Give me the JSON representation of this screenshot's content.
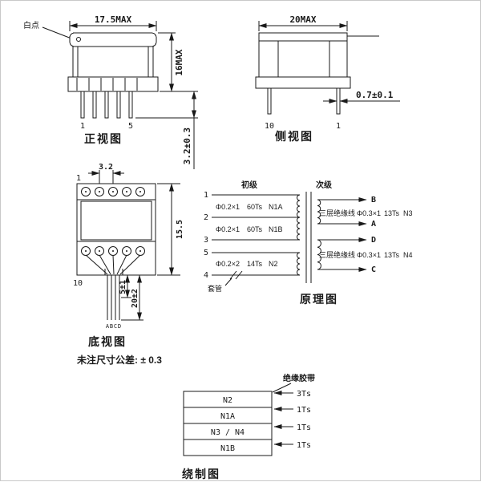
{
  "views": {
    "front": {
      "title": "正视图",
      "white_dot_label": "白点",
      "dim_width": "17.5MAX",
      "dim_height": "16MAX",
      "dim_pin_standoff": "3.2±0.3",
      "pin_left": "1",
      "pin_right": "5"
    },
    "side": {
      "title": "侧视图",
      "dim_width": "20MAX",
      "dim_pin_dia": "0.7±0.1",
      "pin_left": "10",
      "pin_right": "1"
    },
    "bottom": {
      "title": "底视图",
      "dim_pin_pitch": "3.2",
      "dim_body_length": "15.5",
      "dim_lead_strip": "5±1",
      "dim_lead_length": "20±2",
      "pin_top_left": "1",
      "pin_bottom_left": "10",
      "wire_labels": [
        "A",
        "B",
        "C",
        "D"
      ],
      "tolerance_note": "未注尺寸公差: ± 0.3"
    },
    "schematic": {
      "title": "原理图",
      "primary_header": "初级",
      "secondary_header": "次级",
      "sleeve_label": "套管",
      "pins": [
        "1",
        "2",
        "3",
        "5",
        "4"
      ],
      "primary_windings": [
        {
          "spec": "Φ0.2×1",
          "turns": "60Ts",
          "name": "N1A"
        },
        {
          "spec": "Φ0.2×1",
          "turns": "60Ts",
          "name": "N1B"
        },
        {
          "spec": "Φ0.2×2",
          "turns": "14Ts",
          "name": "N2"
        }
      ],
      "secondary_windings": [
        {
          "wire": "三层绝缘线",
          "spec": "Φ0.3×1",
          "turns": "13Ts",
          "name": "N3",
          "terminal_top": "B",
          "terminal_bottom": "A"
        },
        {
          "wire": "三层绝缘线",
          "spec": "Φ0.3×1",
          "turns": "13Ts",
          "name": "N4",
          "terminal_top": "D",
          "terminal_bottom": "C"
        }
      ]
    },
    "winding_diagram": {
      "title": "绕制图",
      "tape_label": "绝缘胶带",
      "layers": [
        {
          "name": "N2",
          "tape": "3Ts"
        },
        {
          "name": "N1A",
          "tape": "1Ts"
        },
        {
          "name": "N3 / N4",
          "tape": "1Ts"
        },
        {
          "name": "N1B",
          "tape": "1Ts"
        }
      ]
    }
  },
  "colors": {
    "line": "#1a1a1a",
    "background": "#ffffff"
  }
}
